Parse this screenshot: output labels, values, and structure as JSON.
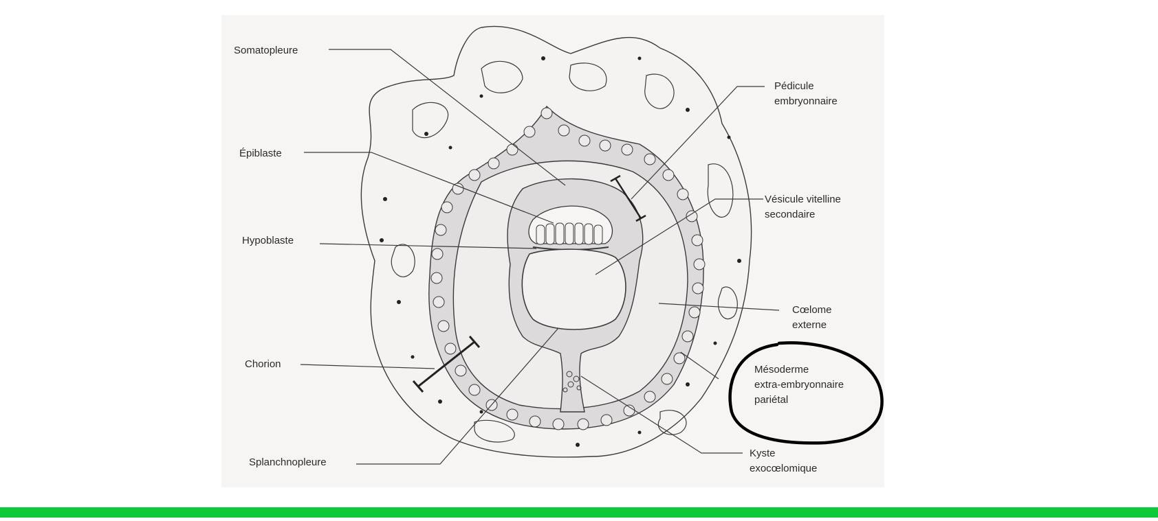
{
  "labels": {
    "somatopleure": "Somatopleure",
    "epiblaste": "Épiblaste",
    "hypoblaste": "Hypoblaste",
    "chorion": "Chorion",
    "splanchnopleure": "Splanchnopleure",
    "pedicule_line1": "Pédicule",
    "pedicule_line2": "embryonnaire",
    "vesicule_line1": "Vésicule vitelline",
    "vesicule_line2": "secondaire",
    "coelome_line1": "Cœlome",
    "coelome_line2": "externe",
    "mesoderme_line1": "Mésoderme",
    "mesoderme_line2": "extra-embryonnaire",
    "mesoderme_line3": "pariétal",
    "kyste_line1": "Kyste",
    "kyste_line2": "exocœlomique"
  },
  "colors": {
    "background": "#ffffff",
    "figure_background": "#f6f5f4",
    "line": "#3a3a3a",
    "tissue_fill": "#dcdada",
    "cavity_fill": "#efeeed",
    "highlight_circle": "#000000",
    "bottom_bar": "#10c93a"
  },
  "annotation": {
    "highlighted_label": "mesoderme"
  }
}
